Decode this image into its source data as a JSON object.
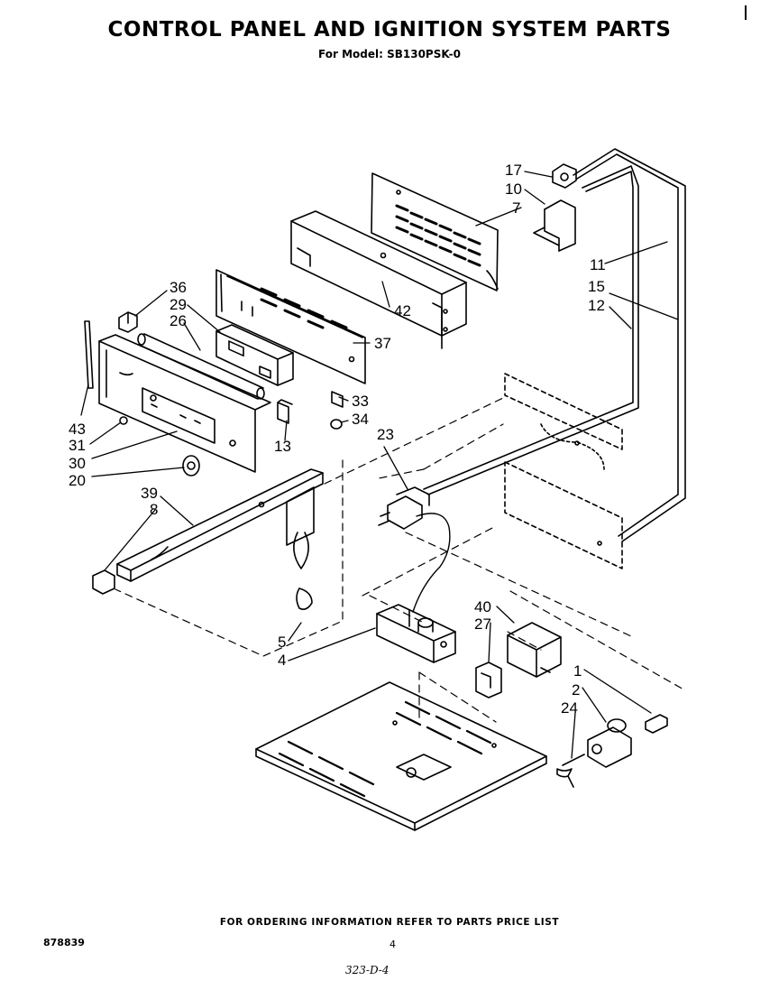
{
  "header": {
    "title": "CONTROL PANEL AND IGNITION SYSTEM PARTS",
    "subtitle": "For Model: SB130PSK-0"
  },
  "footer": {
    "note": "FOR ORDERING INFORMATION REFER TO PARTS PRICE LIST",
    "doc_number": "878839",
    "page_number": "4",
    "handwritten": "323-D-4"
  },
  "callouts": {
    "c17": "17",
    "c10": "10",
    "c7": "7",
    "c11": "11",
    "c15": "15",
    "c12": "12",
    "c42": "42",
    "c36": "36",
    "c29": "29",
    "c26": "26",
    "c37": "37",
    "c33": "33",
    "c34": "34",
    "c13": "13",
    "c23": "23",
    "c43": "43",
    "c31": "31",
    "c30": "30",
    "c20": "20",
    "c39": "39",
    "c8": "8",
    "c5": "5",
    "c4": "4",
    "c40": "40",
    "c27": "27",
    "c1": "1",
    "c2": "2",
    "c24": "24"
  },
  "colors": {
    "ink": "#000000",
    "paper": "#ffffff"
  }
}
